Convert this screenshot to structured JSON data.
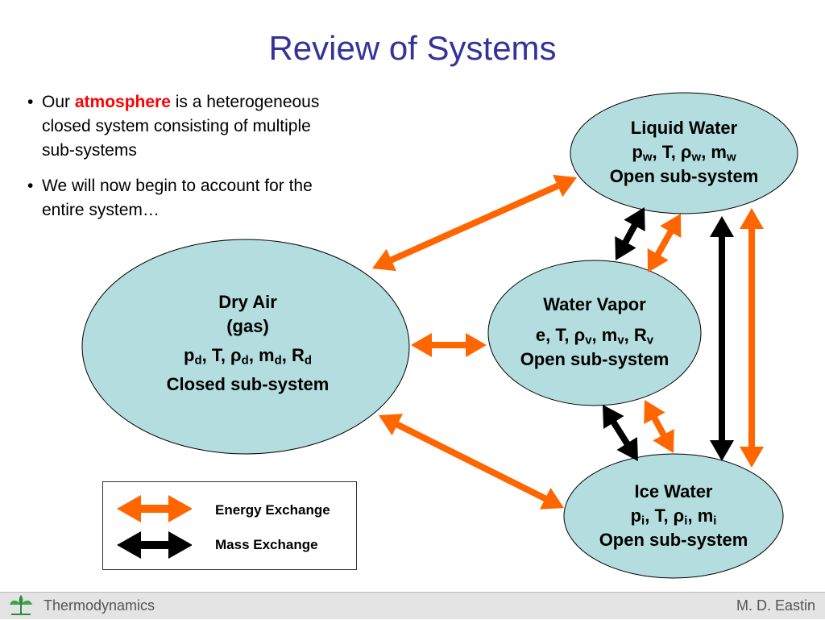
{
  "title": "Review of Systems",
  "bullets": {
    "b1_prefix": "Our ",
    "b1_highlight": "atmosphere",
    "b1_rest_line1": " is a heterogeneous",
    "b1_line2": "closed system consisting of multiple",
    "b1_line3": "sub-systems",
    "b2_line1": "We will now begin to account for the",
    "b2_line2": "entire system…"
  },
  "nodes": {
    "dry_air": {
      "name": "Dry Air",
      "sub": "(gas)",
      "vars": {
        "p": "p",
        "p_sub": "d",
        "T": "T",
        "rho": "ρ",
        "rho_sub": "d",
        "m": "m",
        "m_sub": "d",
        "R": "R",
        "R_sub": "d"
      },
      "type": "Closed sub-system"
    },
    "liquid_water": {
      "name": "Liquid Water",
      "vars": {
        "p": "p",
        "p_sub": "w",
        "T": "T",
        "rho": "ρ",
        "rho_sub": "w",
        "m": "m",
        "m_sub": "w"
      },
      "type": "Open sub-system"
    },
    "water_vapor": {
      "name": "Water Vapor",
      "vars": {
        "e": "e",
        "T": "T",
        "rho": "ρ",
        "rho_sub": "v",
        "m": "m",
        "m_sub": "v",
        "R": "R",
        "R_sub": "v"
      },
      "type": "Open sub-system"
    },
    "ice_water": {
      "name": "Ice Water",
      "vars": {
        "p": "p",
        "p_sub": "i",
        "T": "T",
        "rho": "ρ",
        "rho_sub": "i",
        "m": "m",
        "m_sub": "i"
      },
      "type": "Open sub-system"
    }
  },
  "legend": {
    "energy": "Energy Exchange",
    "mass": "Mass Exchange"
  },
  "colors": {
    "title": "#333399",
    "energy": "#ff6600",
    "mass": "#000000",
    "node_fill": "#b4dde0",
    "highlight": "#ff0000"
  },
  "footer": {
    "course": "Thermodynamics",
    "author": "M. D. Eastin"
  }
}
